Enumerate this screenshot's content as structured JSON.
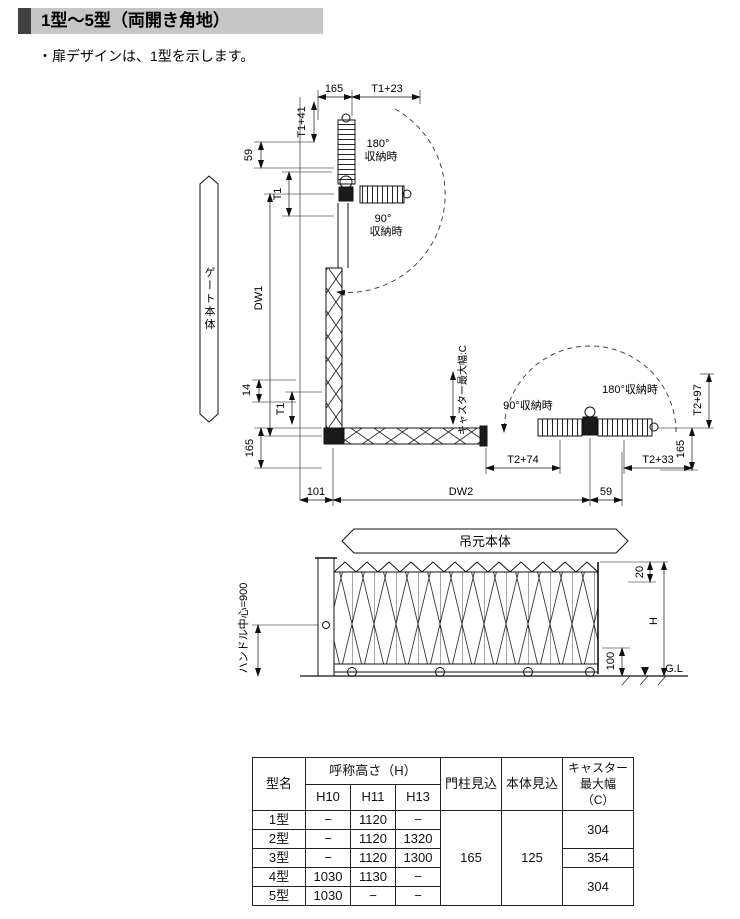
{
  "colors": {
    "titlebar_bg": "#c6c6c6",
    "titlebar_accent": "#404040",
    "ink": "#111111"
  },
  "header": {
    "title": "1型〜5型（両開き角地）",
    "note": "・扉デザインは、1型を示します。"
  },
  "diagram": {
    "plan": {
      "dim_165_top": "165",
      "dim_t1_plus_23": "T1+23",
      "dim_t1_plus_41": "T1+41",
      "dim_59_top": "59",
      "dim_t1_upper": "T1",
      "stow_180_top_line1": "180°",
      "stow_180_top_line2": "収納時",
      "stow_90_top_line1": "90°",
      "stow_90_top_line2": "収納時",
      "gate_body_label": "ゲート本体",
      "dim_dw1": "DW1",
      "dim_14": "14",
      "dim_t1_lower": "T1",
      "dim_165_left": "165",
      "caster_max_width": "キャスター最大幅:C",
      "stow_90_right": "90°収納時",
      "stow_180_right": "180°収納時",
      "dim_t2_plus_97": "T2+97",
      "dim_165_right": "165",
      "dim_t2_plus_74": "T2+74",
      "dim_t2_plus_33": "T2+33",
      "dim_101": "101",
      "dim_dw2": "DW2",
      "dim_59_bottom": "59",
      "hanging_body_label": "吊元本体"
    },
    "elevation": {
      "handle_center": "ハンドル中心=900",
      "dim_20": "20",
      "dim_h": "H",
      "dim_100": "100",
      "ground_line": "G.L"
    }
  },
  "table": {
    "headers": {
      "type_name": "型名",
      "nominal_height": "呼称高さ（H）",
      "h10": "H10",
      "h11": "H11",
      "h13": "H13",
      "pillar_depth": "門柱見込",
      "body_depth": "本体見込",
      "caster_line1": "キャスター",
      "caster_line2": "最大幅",
      "caster_line3": "（C）"
    },
    "rows": [
      {
        "type": "1型",
        "h10": "−",
        "h11": "1120",
        "h13": "−"
      },
      {
        "type": "2型",
        "h10": "−",
        "h11": "1120",
        "h13": "1320"
      },
      {
        "type": "3型",
        "h10": "−",
        "h11": "1120",
        "h13": "1300"
      },
      {
        "type": "4型",
        "h10": "1030",
        "h11": "1130",
        "h13": "−"
      },
      {
        "type": "5型",
        "h10": "1030",
        "h11": "−",
        "h13": "−"
      }
    ],
    "pillar_depth_value": "165",
    "body_depth_value": "125",
    "caster_values": [
      "304",
      "354",
      "304"
    ]
  }
}
